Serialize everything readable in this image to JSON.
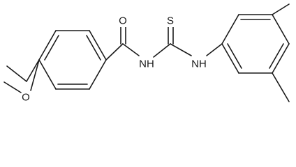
{
  "diagram": {
    "atoms": {
      "carbonyl_oxygen": "O",
      "thione_sulfur": "S",
      "amide_nitrogen": "NH",
      "aryl_nitrogen": "NH",
      "methoxy_oxygen": "O"
    }
  }
}
